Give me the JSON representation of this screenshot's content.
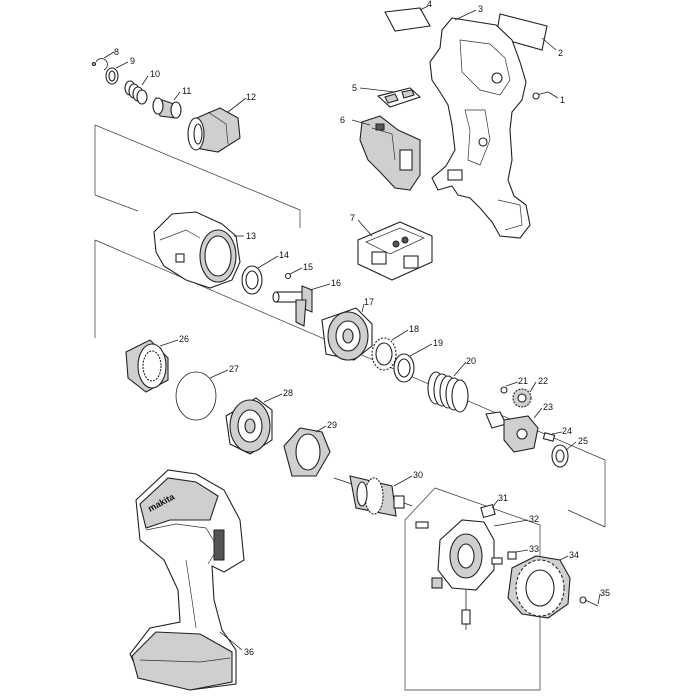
{
  "diagram": {
    "callouts": [
      "1",
      "2",
      "3",
      "4",
      "5",
      "6",
      "7",
      "8",
      "9",
      "10",
      "11",
      "12",
      "13",
      "14",
      "15",
      "16",
      "17",
      "18",
      "19",
      "20",
      "21",
      "22",
      "23",
      "24",
      "25",
      "26",
      "27",
      "28",
      "29",
      "30",
      "31",
      "32",
      "33",
      "34",
      "35",
      "36"
    ],
    "logo_text": "makita"
  }
}
